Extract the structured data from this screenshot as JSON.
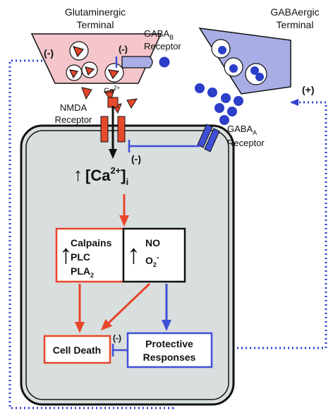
{
  "labels": {
    "glut_terminal_line1": "Glutaminergic",
    "glut_terminal_line2": "Terminal",
    "gaba_terminal_line1": "GABAergic",
    "gaba_terminal_line2": "Terminal",
    "gabab_receptor_main": "GABA",
    "gabab_receptor_sub": "B",
    "gabab_receptor_line2": "Receptor",
    "gabaa_receptor_main": "GABA",
    "gabaa_receptor_sub": "A",
    "gabaa_receptor_line2": "Receptor",
    "nmda_line1": "NMDA",
    "nmda_line2": "Receptor",
    "ca_ion": "Ca",
    "ca_ion_sup": "2+",
    "inhib_left": "(-)",
    "inhib_gabab": "(-)",
    "inhib_gabaa": "(-)",
    "excit_right": "(+)",
    "inhib_celldeath": "(-)",
    "ca_conc_up": "↑",
    "ca_conc_open": "[Ca",
    "ca_conc_sup": "2+",
    "ca_conc_close": "]",
    "ca_conc_sub": "i"
  },
  "boxes": {
    "calpains": {
      "arrow": "↑",
      "line1": "Calpains",
      "line2": "PLC",
      "line3_main": "PLA",
      "line3_sub": "2"
    },
    "no_box": {
      "arrow": "↑",
      "line1": "NO",
      "line2_main": "O",
      "line2_sub": "2",
      "line2_sup": "-"
    },
    "cell_death": "Cell Death",
    "protective_line1": "Protective",
    "protective_line2": "Responses"
  },
  "colors": {
    "glut_terminal_fill": "#f4c6cc",
    "gaba_terminal_fill": "#a9ade6",
    "gaba_vesicle_fill": "#2b3fc9",
    "cell_fill": "#d9dede",
    "red_arrow": "#e8462b",
    "blue_arrow": "#3f4fd6",
    "dotted_line": "#2f3fd0",
    "nmda_fill": "#e64a2c",
    "box_red": "#e8462b",
    "box_blue": "#3f4fd6"
  }
}
